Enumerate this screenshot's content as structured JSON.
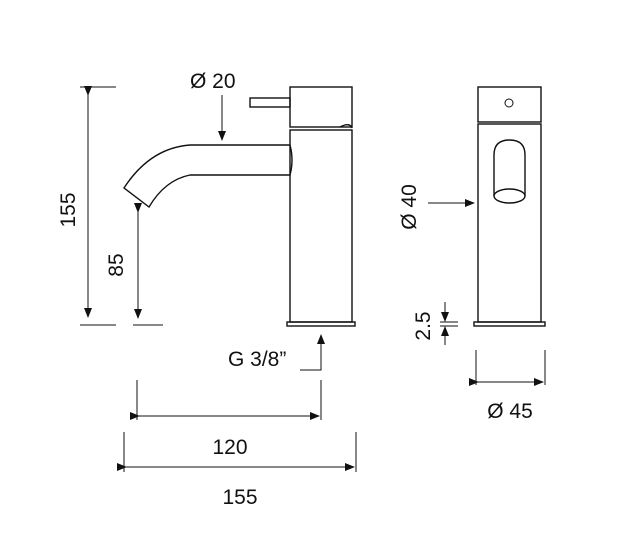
{
  "title": "Basin mixer dimension drawing",
  "dimensions": {
    "spout_diameter": "Ø 20",
    "total_height": "155",
    "spout_height": "85",
    "connection": "G 3/8”",
    "spout_reach": "120",
    "total_depth": "155",
    "body_diameter": "Ø 40",
    "base_thickness": "2.5",
    "base_diameter": "Ø 45"
  }
}
